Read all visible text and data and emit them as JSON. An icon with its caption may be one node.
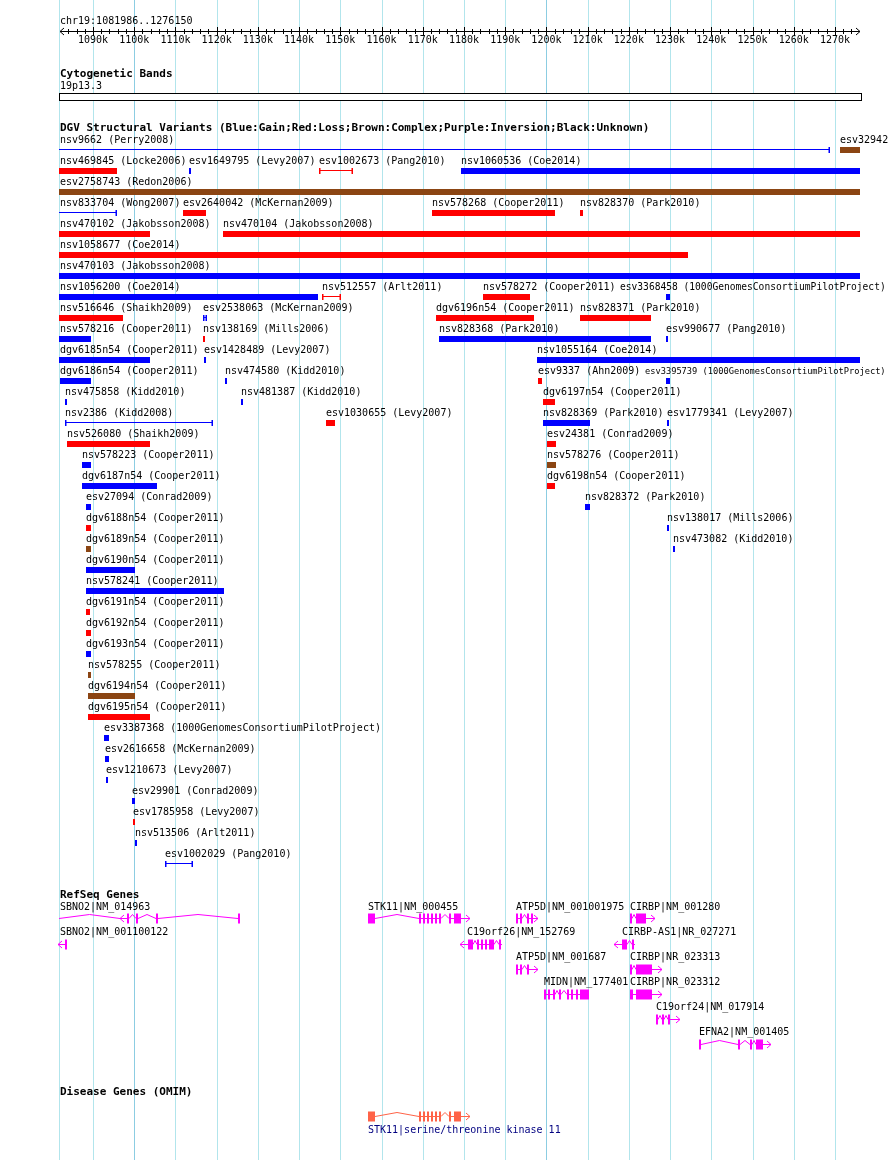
{
  "diagram": {
    "nodes": [
      {
        "text": [
          "19p13.3"
        ]
      },
      {
        "text": [
          "nsv9662 (Perry2008)"
        ]
      },
      {
        "text": [
          "esv32942"
        ]
      },
      {
        "text": [
          "nsv469845 (Locke2006)"
        ]
      },
      {
        "text": [
          "esv1649795 (Levy2007)"
        ]
      },
      {
        "text": [
          "esv1002673 (Pang2010)"
        ]
      },
      {
        "text": [
          "nsv1060536 (Coe2014)"
        ]
      },
      {
        "text": [
          "esv2758743 (Redon2006)"
        ]
      },
      {
        "text": [
          "nsv833704 (Wong2007)"
        ]
      },
      {
        "text": [
          "esv2640042 (McKernan2009)"
        ]
      },
      {
        "text": [
          "nsv578268 (Cooper2011)"
        ]
      },
      {
        "text": [
          "nsv828370 (Park2010)"
        ]
      },
      {
        "text": [
          "nsv470102 (Jakobsson2008)"
        ]
      },
      {
        "text": [
          "nsv470104 (Jakobsson2008)"
        ]
      },
      {
        "text": [
          "nsv1058677 (Coe2014)"
        ]
      },
      {
        "text": [
          "nsv470103 (Jakobsson2008)"
        ]
      },
      {
        "text": [
          "nsv1056200 (Coe2014)"
        ]
      },
      {
        "text": [
          "nsv512557 (Arlt2011)"
        ]
      },
      {
        "text": [
          "nsv578272 (Cooper2011)"
        ]
      },
      {
        "text": [
          "esv3368458 (1000GenomesConsortiumPilotProject)"
        ]
      },
      {
        "text": [
          "nsv516646 (Shaikh2009)"
        ]
      },
      {
        "text": [
          "esv2538063 (McKernan2009)"
        ]
      },
      {
        "text": [
          "dgv6196n54 (Cooper2011)"
        ]
      },
      {
        "text": [
          "nsv828371 (Park2010)"
        ]
      },
      {
        "text": [
          "nsv578216 (Cooper2011)"
        ]
      },
      {
        "text": [
          "nsv138169 (Mills2006)"
        ]
      },
      {
        "text": [
          "nsv828368 (Park2010)"
        ]
      },
      {
        "text": [
          "esv990677 (Pang2010)"
        ]
      },
      {
        "text": [
          "dgv6185n54 (Cooper2011)"
        ]
      },
      {
        "text": [
          "esv1428489 (Levy2007)"
        ]
      },
      {
        "text": [
          "nsv1055164 (Coe2014)"
        ]
      },
      {
        "text": [
          "dgv6186n54 (Cooper2011)"
        ]
      },
      {
        "text": [
          "nsv474580 (Kidd2010)"
        ]
      },
      {
        "text": [
          "esv9337 (Ahn2009)"
        ]
      },
      {
        "text": [
          "esv3395739 (1000GenomesConsortiumPilotProject)"
        ]
      },
      {
        "text": [
          "nsv475858 (Kidd2010)"
        ]
      },
      {
        "text": [
          "nsv481387 (Kidd2010)"
        ]
      },
      {
        "text": [
          "dgv6197n54 (Cooper2011)"
        ]
      },
      {
        "text": [
          "nsv2386 (Kidd2008)"
        ]
      },
      {
        "text": [
          "esv1030655 (Levy2007)"
        ]
      },
      {
        "text": [
          "nsv828369 (Park2010)"
        ]
      },
      {
        "text": [
          "esv1779341 (Levy2007)"
        ]
      },
      {
        "text": [
          "nsv526080 (Shaikh2009)"
        ]
      },
      {
        "text": [
          "esv24381 (Conrad2009)"
        ]
      },
      {
        "text": [
          "nsv578223 (Cooper2011)"
        ]
      },
      {
        "text": [
          "nsv578276 (Cooper2011)"
        ]
      },
      {
        "text": [
          "dgv6187n54 (Cooper2011)"
        ]
      },
      {
        "text": [
          "dgv6198n54 (Cooper2011)"
        ]
      },
      {
        "text": [
          "esv27094 (Conrad2009)"
        ]
      },
      {
        "text": [
          "nsv828372 (Park2010)"
        ]
      },
      {
        "text": [
          "dgv6188n54 (Cooper2011)"
        ]
      },
      {
        "text": [
          "nsv138017 (Mills2006)"
        ]
      },
      {
        "text": [
          "dgv6189n54 (Cooper2011)"
        ]
      },
      {
        "text": [
          "nsv473082 (Kidd2010)"
        ]
      },
      {
        "text": [
          "dgv6190n54 (Cooper2011)"
        ]
      },
      {
        "text": [
          "nsv578241 (Cooper2011)"
        ]
      },
      {
        "text": [
          "dgv6191n54 (Cooper2011)"
        ]
      },
      {
        "text": [
          "dgv6192n54 (Cooper2011)"
        ]
      },
      {
        "text": [
          "dgv6193n54 (Cooper2011)"
        ]
      },
      {
        "text": [
          "nsv578255 (Cooper2011)"
        ]
      },
      {
        "text": [
          "dgv6194n54 (Cooper2011)"
        ]
      },
      {
        "text": [
          "dgv6195n54 (Cooper2011)"
        ]
      },
      {
        "text": [
          "esv3387368 (1000GenomesConsortiumPilotProject)"
        ]
      },
      {
        "text": [
          "esv2616658 (McKernan2009)"
        ]
      },
      {
        "text": [
          "esv1210673 (Levy2007)"
        ]
      },
      {
        "text": [
          "esv29901 (Conrad2009)"
        ]
      },
      {
        "text": [
          "esv1785958 (Levy2007)"
        ]
      },
      {
        "text": [
          "nsv513506 (Arlt2011)"
        ]
      },
      {
        "text": [
          "esv1002029 (Pang2010)"
        ]
      },
      {
        "text": [
          "SBNO2|NM_014963"
        ]
      },
      {
        "text": [
          "STK11|NM_000455"
        ]
      },
      {
        "text": [
          "ATP5D|NM_001001975"
        ]
      },
      {
        "text": [
          "CIRBP|NM_001280"
        ]
      },
      {
        "text": [
          "SBNO2|NM_001100122"
        ]
      },
      {
        "text": [
          "C19orf26|NM_152769"
        ]
      },
      {
        "text": [
          "CIRBP-AS1|NR_027271"
        ]
      },
      {
        "text": [
          "ATP5D|NM_001687"
        ]
      },
      {
        "text": [
          "CIRBP|NR_023313"
        ]
      },
      {
        "text": [
          "MIDN|NM_177401"
        ]
      },
      {
        "text": [
          "CIRBP|NR_023312"
        ]
      },
      {
        "text": [
          "C19orf24|NM_017914"
        ]
      },
      {
        "text": [
          "EFNA2|NM_001405"
        ]
      },
      {
        "text": [
          "STK11|serine/threonine kinase 11"
        ]
      }
    ],
    "labels": [
      "chr19:1081986..1276150",
      "1090k",
      "1100k",
      "1110k",
      "1120k",
      "1130k",
      "1140k",
      "1150k",
      "1160k",
      "1170k",
      "1180k",
      "1190k",
      "1200k",
      "1210k",
      "1220k",
      "1230k",
      "1240k",
      "1250k",
      "1260k",
      "1270k",
      "Cytogenetic Bands",
      "DGV Structural Variants (Blue:Gain;Red:Loss;Brown:Complex;Purple:Inversion;Black:Unknown)",
      "RefSeq Genes",
      "Disease Genes (OMIM)"
    ]
  }
}
